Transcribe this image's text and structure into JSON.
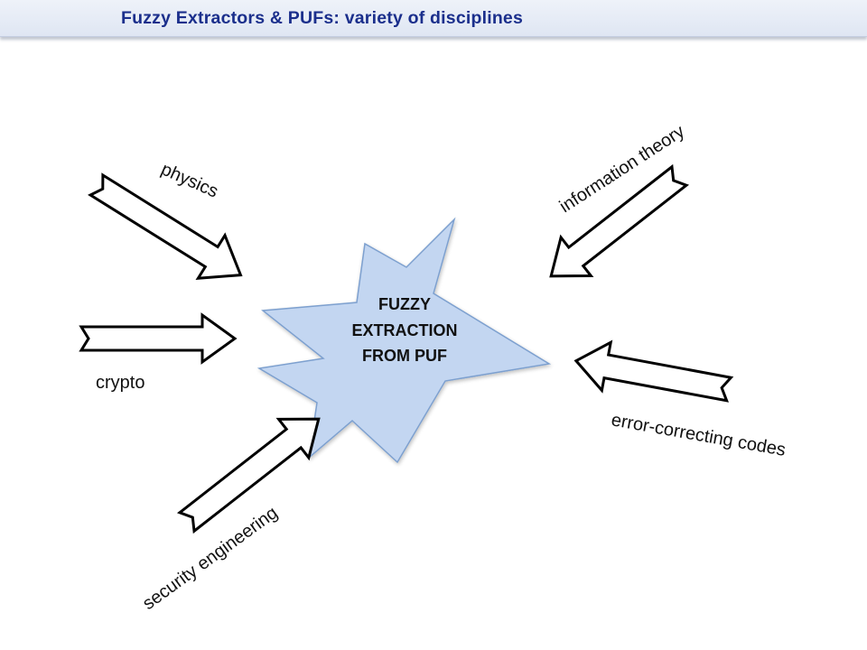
{
  "slide": {
    "title": "Fuzzy Extractors & PUFs: variety of disciplines"
  },
  "diagram": {
    "center": {
      "line1": "FUZZY",
      "line2": "EXTRACTION",
      "line3": "FROM PUF",
      "fill_color": "#c3d6f1",
      "stroke_color": "#7da0cf"
    },
    "disciplines": {
      "physics": "physics",
      "crypto": "crypto",
      "security_engineering": "security engineering",
      "information_theory": "information theory",
      "error_correcting_codes": "error-correcting codes"
    }
  }
}
